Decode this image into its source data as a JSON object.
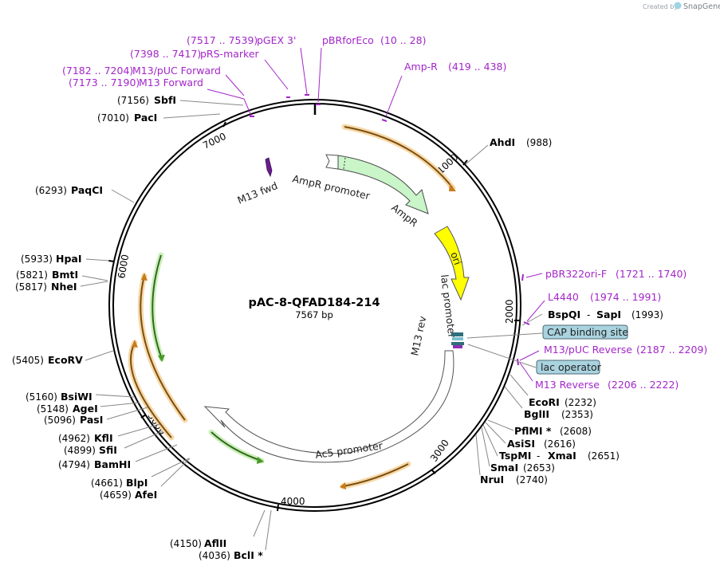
{
  "plasmid": {
    "name": "pAC-8-QFAD184-214",
    "length_label": "7567 bp",
    "total_bp": 7567
  },
  "credit": {
    "created_by": "Created by",
    "brand": "SnapGene"
  },
  "colors": {
    "primer": "#a326c9",
    "orange_feature": "#e8a33a",
    "green_feature": "#74c044",
    "yellow_feature": "#ffff00",
    "amp_feature": "#c9f5c9",
    "promoter": "#ffffff",
    "info_box": "#a9d3df"
  },
  "ticks": [
    {
      "label": "1000",
      "bp": 1000
    },
    {
      "label": "2000",
      "bp": 2000
    },
    {
      "label": "3000",
      "bp": 3000
    },
    {
      "label": "4000",
      "bp": 4000
    },
    {
      "label": "5000",
      "bp": 5000
    },
    {
      "label": "6000",
      "bp": 6000
    },
    {
      "label": "7000",
      "bp": 7000
    }
  ],
  "sites": [
    {
      "name": "AhdI",
      "pos": "(988)",
      "bp": 988
    },
    {
      "name": "BspQI",
      "sep": " - ",
      "name2": "SapI",
      "pos": "(1993)",
      "bp": 1993
    },
    {
      "name": "EcoRI",
      "pos": "(2232)",
      "bp": 2232
    },
    {
      "name": "BglII",
      "pos": "(2353)",
      "bp": 2353
    },
    {
      "name": "PflMI *",
      "pos": "(2608)",
      "bp": 2608
    },
    {
      "name": "AsiSI",
      "pos": "(2616)",
      "bp": 2616
    },
    {
      "name": "TspMI",
      "sep": " - ",
      "name2": "XmaI",
      "pos": "(2651)",
      "bp": 2651
    },
    {
      "name": "SmaI",
      "pos": "(2653)",
      "bp": 2653
    },
    {
      "name": "NruI",
      "pos": "(2740)",
      "bp": 2740
    },
    {
      "name": "AflII",
      "pos": "(4150)",
      "bp": 4150
    },
    {
      "name": "BclI *",
      "pos": "(4036)",
      "bp": 4036
    },
    {
      "name": "AfeI",
      "pos": "(4659)",
      "bp": 4659
    },
    {
      "name": "BlpI",
      "pos": "(4661)",
      "bp": 4661
    },
    {
      "name": "BamHI",
      "pos": "(4794)",
      "bp": 4794
    },
    {
      "name": "SfiI",
      "pos": "(4899)",
      "bp": 4899
    },
    {
      "name": "KflI",
      "pos": "(4962)",
      "bp": 4962
    },
    {
      "name": "PasI",
      "pos": "(5096)",
      "bp": 5096
    },
    {
      "name": "AgeI",
      "pos": "(5148)",
      "bp": 5148
    },
    {
      "name": "BsiWI",
      "pos": "(5160)",
      "bp": 5160
    },
    {
      "name": "EcoRV",
      "pos": "(5405)",
      "bp": 5405
    },
    {
      "name": "NheI",
      "pos": "(5817)",
      "bp": 5817
    },
    {
      "name": "BmtI",
      "pos": "(5821)",
      "bp": 5821
    },
    {
      "name": "HpaI",
      "pos": "(5933)",
      "bp": 5933
    },
    {
      "name": "PaqCI",
      "pos": "(6293)",
      "bp": 6293
    },
    {
      "name": "PacI",
      "pos": "(7010)",
      "bp": 7010
    },
    {
      "name": "SbfI",
      "pos": "(7156)",
      "bp": 7156
    }
  ],
  "primers": [
    {
      "name": "pGEX 3'",
      "pos": "(7517 .. 7539)"
    },
    {
      "name": "pBRforEco",
      "pos": "(10 .. 28)"
    },
    {
      "name": "pRS-marker",
      "pos": "(7398 .. 7417)"
    },
    {
      "name": "M13/pUC Forward",
      "pos": "(7182 .. 7204)"
    },
    {
      "name": "M13 Forward",
      "pos": "(7173 .. 7190)"
    },
    {
      "name": "Amp-R",
      "pos": "(419 .. 438)"
    },
    {
      "name": "pBR322ori-F",
      "pos": "(1721 .. 1740)"
    },
    {
      "name": "L4440",
      "pos": "(1974 .. 1991)"
    },
    {
      "name": "M13/pUC Reverse",
      "pos": "(2187 .. 2209)"
    },
    {
      "name": "M13 Reverse",
      "pos": "(2206 .. 2222)"
    }
  ],
  "boxed_features": [
    {
      "name": "CAP binding site"
    },
    {
      "name": "lac operator"
    }
  ],
  "features": [
    {
      "name": "AmpR promoter"
    },
    {
      "name": "AmpR"
    },
    {
      "name": "ori"
    },
    {
      "name": "lac promoter"
    },
    {
      "name": "M13 rev"
    },
    {
      "name": "M13 fwd"
    },
    {
      "name": "Ac5 promoter"
    }
  ]
}
